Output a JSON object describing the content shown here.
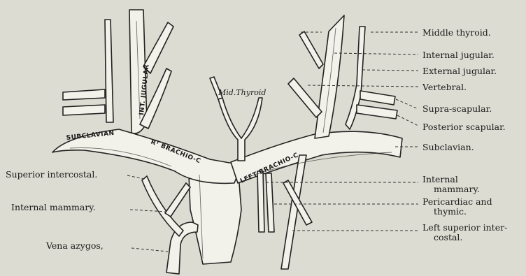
{
  "vessel_labels": {
    "int_jugular": "INT. JUGULAR",
    "subclavian_left_side": "SUBCLAVIAN",
    "rt_brachio": "Rᵀ BRACHIO-C",
    "left_brachio": "LEFT BRACHIO-C",
    "mid_thyroid": "Mid.Thyroid"
  },
  "right_labels": {
    "middle_thyroid": "Middle thyroid.",
    "internal_jugular": "Internal jugular.",
    "external_jugular": "External jugular.",
    "vertebral": "Vertebral.",
    "supra_scapular": "Supra-scapular.",
    "posterior_scapular": "Posterior scapular.",
    "subclavian": "Subclavian.",
    "internal_mammary_1": "Internal",
    "internal_mammary_2": "mammary.",
    "pericardiac_1": "Pericardiac and",
    "pericardiac_2": "thymic.",
    "left_sup_intercostal_1": "Left superior inter-",
    "left_sup_intercostal_2": "costal."
  },
  "left_labels": {
    "superior_intercostal": "Superior intercostal.",
    "internal_mammary": "Internal mammary.",
    "vena_azygos": "Vena azygos,"
  }
}
